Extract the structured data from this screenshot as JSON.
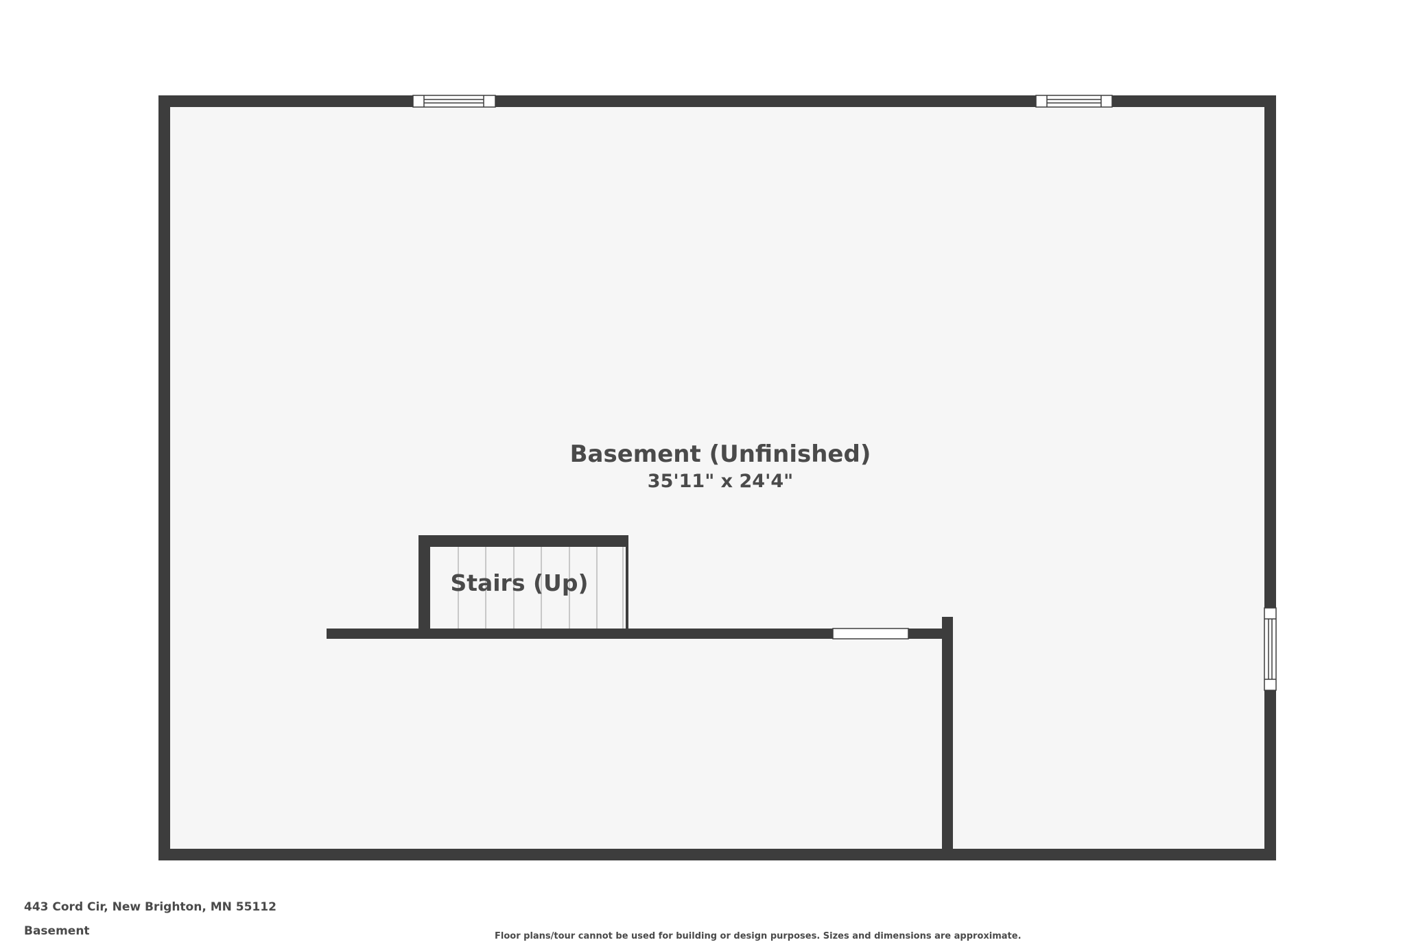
{
  "plan": {
    "rooms": [
      {
        "name": "Basement (Unfinished)",
        "dimensions": "35'11\" x 24'4\""
      },
      {
        "name": "Stairs (Up)"
      }
    ]
  },
  "footer": {
    "address": "443 Cord Cir, New Brighton, MN 55112",
    "floor_name": "Basement",
    "disclaimer": "Floor plans/tour cannot be used for building or design purposes. Sizes and dimensions are approximate."
  },
  "colors": {
    "wall": "#3d3d3d",
    "floor": "#f6f6f6",
    "background": "#ffffff",
    "text": "#4a4a4a",
    "stair_line": "#b9b9b9"
  }
}
